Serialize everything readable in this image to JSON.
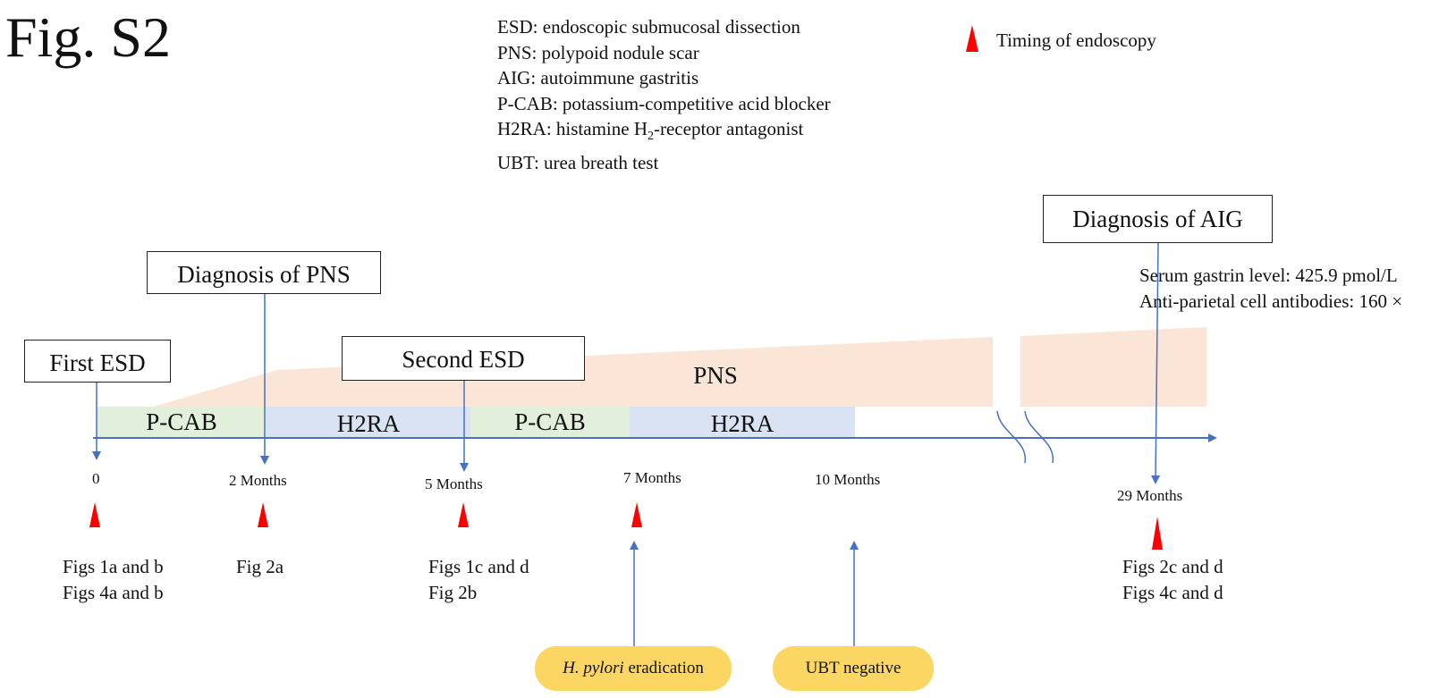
{
  "figure_title": "Fig. S2",
  "abbreviations": [
    {
      "text": "ESD: endoscopic submucosal dissection"
    },
    {
      "text": "PNS: polypoid nodule scar"
    },
    {
      "text": "AIG: autoimmune gastritis"
    },
    {
      "text": "P-CAB:  potassium-competitive acid blocker"
    },
    {
      "pre": "H2RA: histamine H",
      "sub": "2",
      "post": "-receptor antagonist"
    },
    {
      "text": "UBT: urea breath test"
    }
  ],
  "legend": {
    "marker_icon": "red-triangle-icon",
    "label": "Timing of endoscopy",
    "color": "#ff0000"
  },
  "events": {
    "first_esd": "First ESD",
    "diagnosis_pns": "Diagnosis of  PNS",
    "second_esd": "Second  ESD",
    "diagnosis_aig": "Diagnosis of  AIG"
  },
  "pns_band_label": "PNS",
  "medications": [
    {
      "label": "P-CAB",
      "color": "#e2efda"
    },
    {
      "label": "H2RA",
      "color": "#dae3f3"
    },
    {
      "label": "P-CAB",
      "color": "#e2efda"
    },
    {
      "label": "H2RA",
      "color": "#dae3f3"
    }
  ],
  "timepoints": [
    "0",
    "2 Months",
    "5 Months",
    "7 Months",
    "10 Months",
    "29 Months"
  ],
  "figure_refs": {
    "t0": [
      "Figs 1a and b",
      "Figs 4a and b"
    ],
    "t2": [
      "Fig 2a"
    ],
    "t5": [
      "Figs 1c and d",
      "Fig 2b"
    ],
    "t29": [
      "Figs 2c and d",
      "Figs 4c and d"
    ]
  },
  "aig_findings": [
    "Serum gastrin level: 425.9 pmol/L",
    "Anti-parietal cell antibodies: 160 ×"
  ],
  "treatments": {
    "eradication_italic": "H. pylori",
    "eradication_rest": " eradication",
    "ubt": "UBT negative"
  },
  "colors": {
    "arrow": "#4472c4",
    "pns_band": "#fbe5d6",
    "pill": "#fbd663",
    "endoscopy_marker": "#ff0000"
  }
}
